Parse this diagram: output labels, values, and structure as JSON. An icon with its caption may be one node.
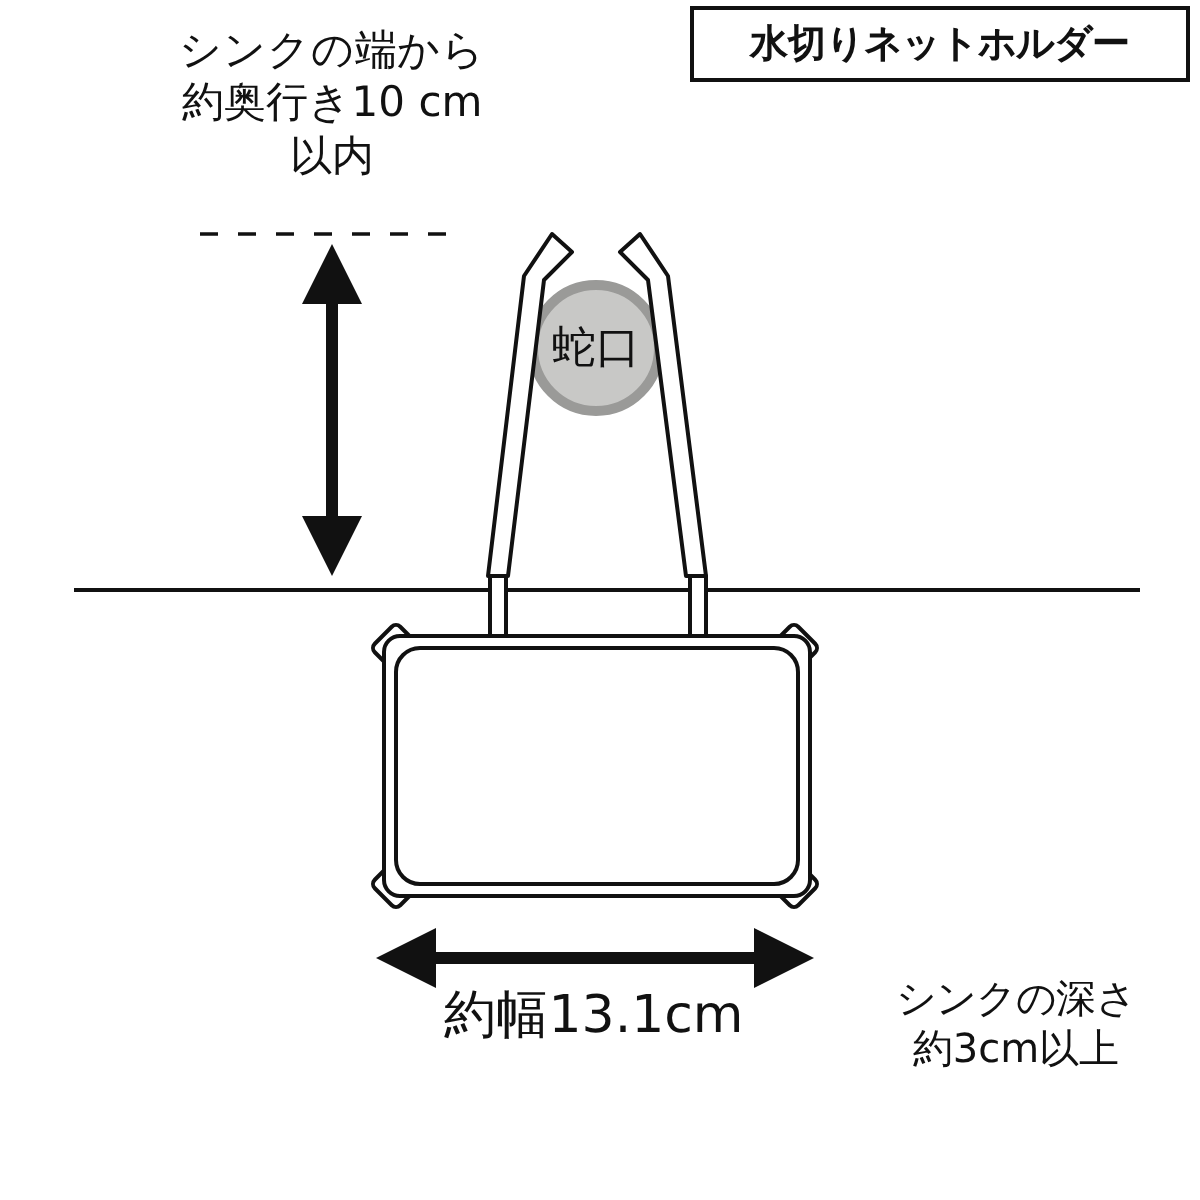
{
  "diagram": {
    "title": "水切りネットホルダー",
    "nodes": [
      {
        "text": [
          "蛇口"
        ]
      }
    ],
    "labels": [
      "シンクの端から約奥行き10 cm以内",
      "約幅13.1cm",
      "シンクの深さ約3cm以上"
    ]
  }
}
